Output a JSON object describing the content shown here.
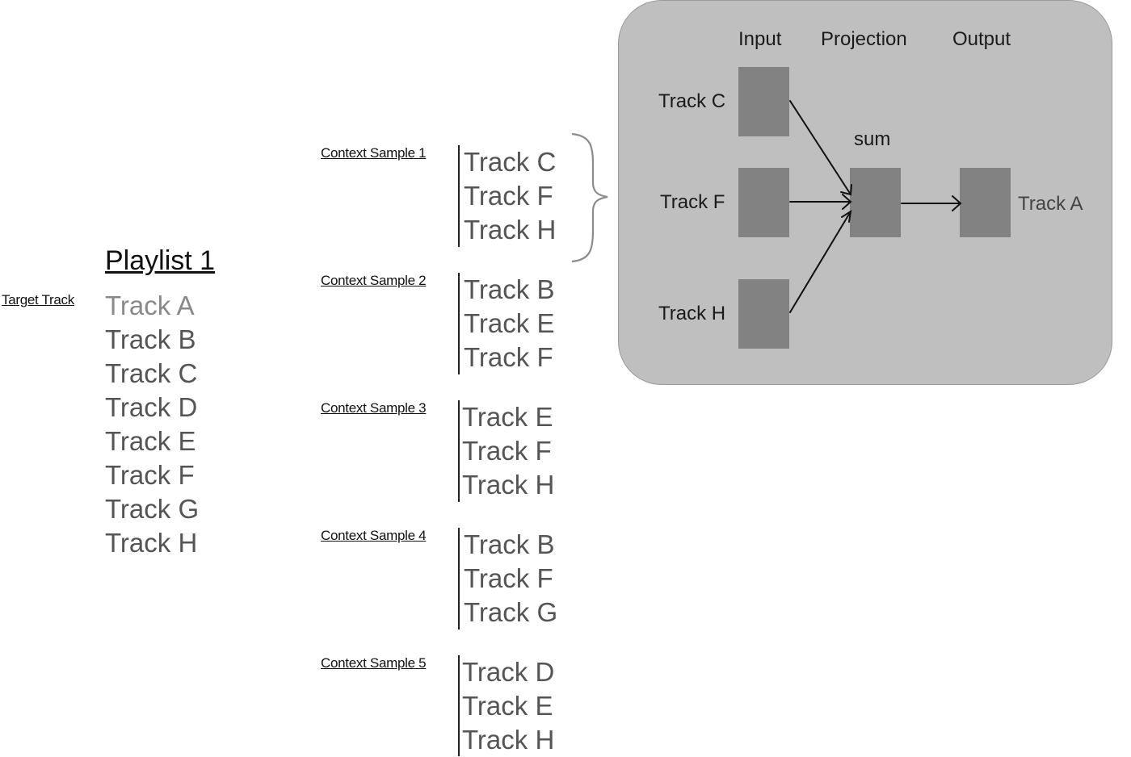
{
  "playlist": {
    "title": "Playlist 1",
    "target_label": "Target Track",
    "tracks": [
      "Track A",
      "Track B",
      "Track C",
      "Track D",
      "Track E",
      "Track F",
      "Track G",
      "Track H"
    ]
  },
  "context_samples": [
    {
      "label": "Context Sample 1",
      "tracks": [
        "Track C",
        "Track F",
        "Track H"
      ]
    },
    {
      "label": "Context Sample 2",
      "tracks": [
        "Track B",
        "Track E",
        "Track F"
      ]
    },
    {
      "label": "Context Sample 3",
      "tracks": [
        "Track E",
        "Track F",
        "Track H"
      ]
    },
    {
      "label": "Context Sample 4",
      "tracks": [
        "Track B",
        "Track F",
        "Track G"
      ]
    },
    {
      "label": "Context Sample 5",
      "tracks": [
        "Track D",
        "Track E",
        "Track H"
      ]
    }
  ],
  "network": {
    "headers": {
      "input": "Input",
      "projection": "Projection",
      "output": "Output"
    },
    "inputs": [
      "Track C",
      "Track F",
      "Track H"
    ],
    "sum_label": "sum",
    "output": "Track A"
  }
}
